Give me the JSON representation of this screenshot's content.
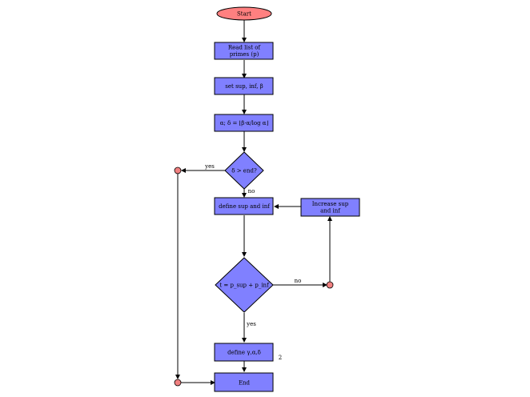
{
  "nodes": {
    "start": "Start",
    "read_primes": [
      "Read list of",
      "primes (p)"
    ],
    "set_sup_inf": "set sup, inf, β",
    "alpha_delta": "α; δ = ⌊β·α/log α⌋",
    "decision_delta": "δ > end?",
    "define_sup_inf": "define sup and inf",
    "increase_sup": [
      "Increase sup",
      "and inf"
    ],
    "decision_t": "t = p_sup + p_inf",
    "define_gamma": "define γ,α,δ",
    "end": "End"
  },
  "labels": {
    "yes_left": "yes",
    "no_down": "no",
    "no_right": "no",
    "yes_down": "yes",
    "stray_number": "2"
  },
  "colors": {
    "box_fill": "#8080ff",
    "start_fill": "#ff8080",
    "connector_fill": "#f08080",
    "stroke": "#000000"
  }
}
